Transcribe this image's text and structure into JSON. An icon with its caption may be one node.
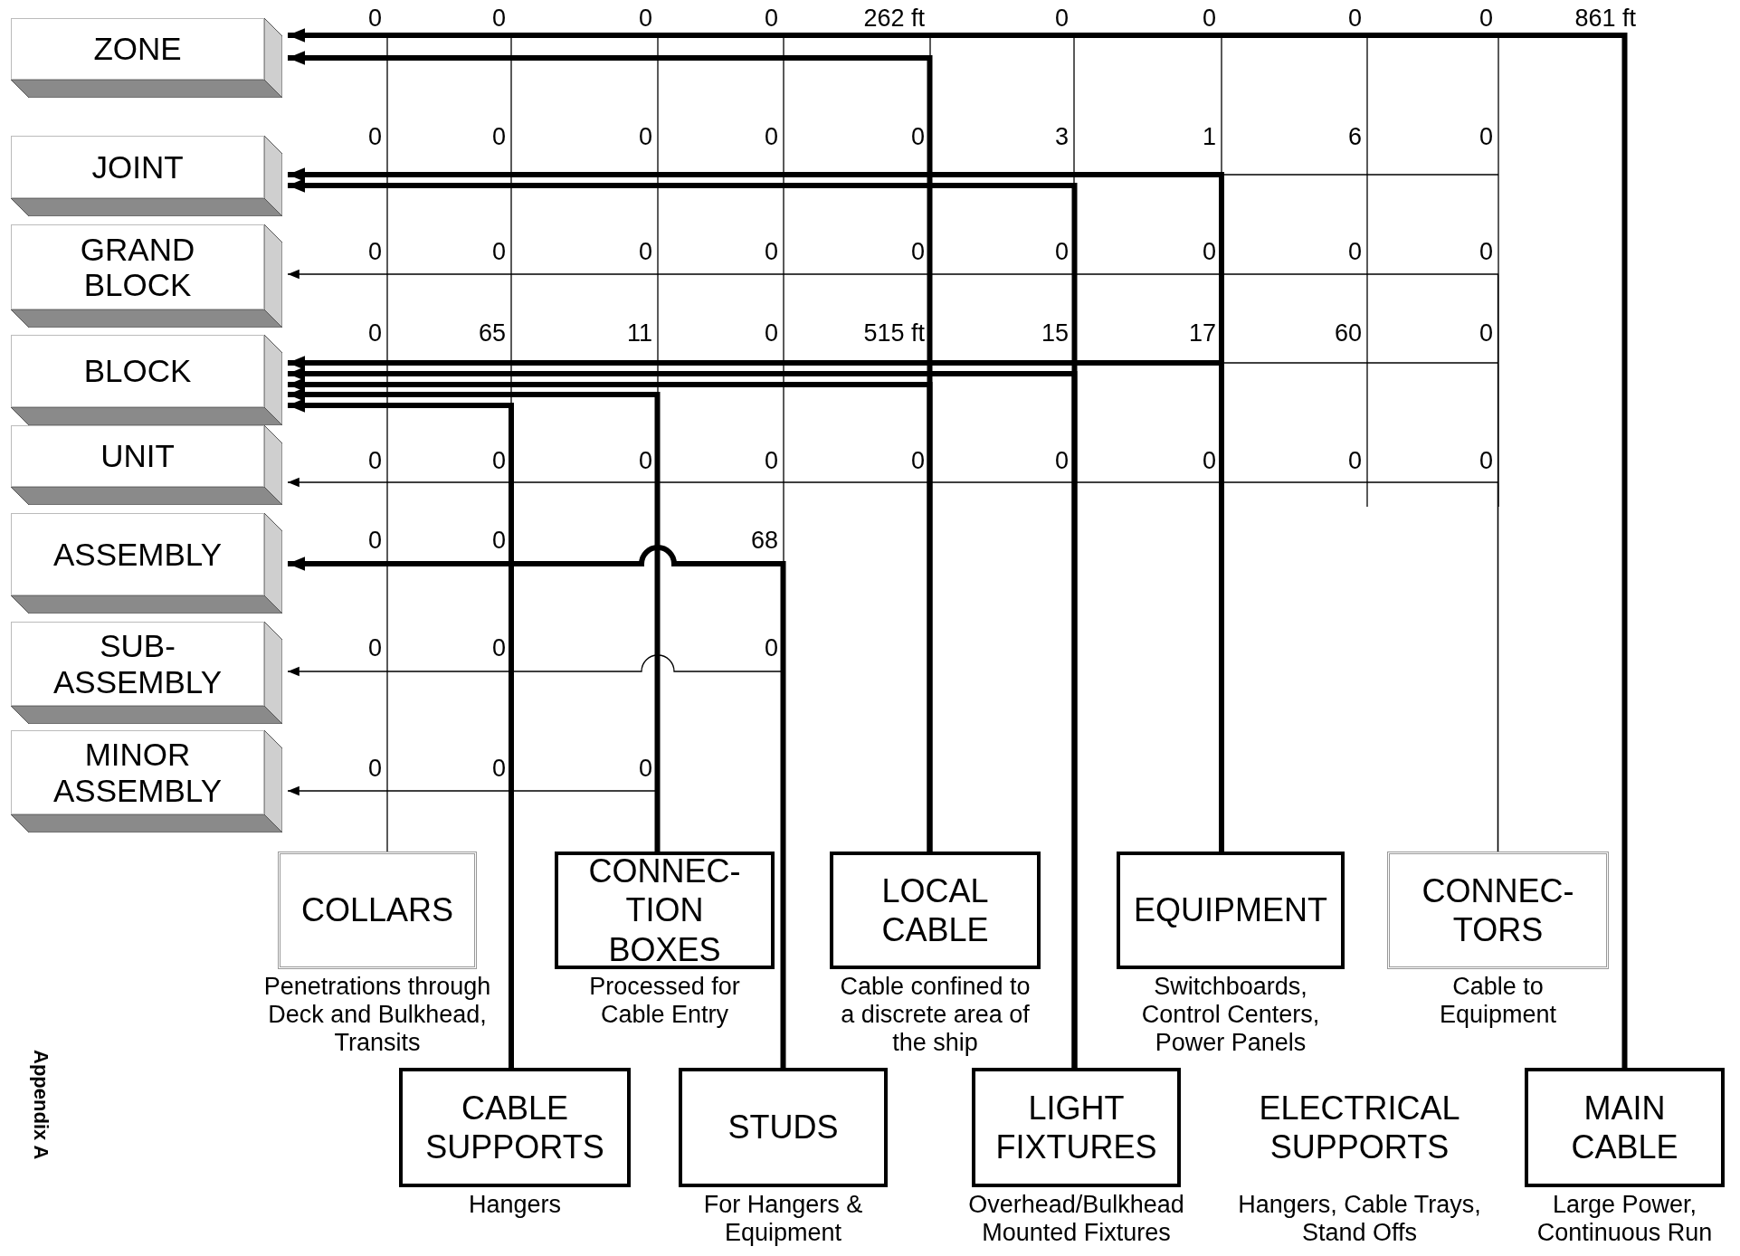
{
  "diagram": {
    "nodes": [
      {
        "text": [
          "ZONE"
        ]
      },
      {
        "text": [
          "JOINT"
        ]
      },
      {
        "text": [
          "GRAND BLOCK"
        ]
      },
      {
        "text": [
          "BLOCK"
        ]
      },
      {
        "text": [
          "UNIT"
        ]
      },
      {
        "text": [
          "ASSEMBLY"
        ]
      },
      {
        "text": [
          "SUB- ASSEMBLY"
        ]
      },
      {
        "text": [
          "MINOR ASSEMBLY"
        ]
      },
      {
        "text": [
          "COLLARS"
        ],
        "beside": [
          "Penetrations through Deck and Bulkhead, Transits"
        ]
      },
      {
        "text": [
          "CONNEC- TION BOXES"
        ],
        "beside": [
          "Processed for Cable Entry"
        ]
      },
      {
        "text": [
          "LOCAL CABLE"
        ],
        "beside": [
          "Cable confined to a discrete area of the ship"
        ]
      },
      {
        "text": [
          "EQUIPMENT"
        ],
        "beside": [
          "Switchboards, Control Centers, Power Panels"
        ]
      },
      {
        "text": [
          "CONNEC- TORS"
        ],
        "beside": [
          "Cable to Equipment"
        ]
      },
      {
        "text": [
          "CABLE SUPPORTS"
        ],
        "beside": [
          "Hangers"
        ]
      },
      {
        "text": [
          "STUDS"
        ],
        "beside": [
          "For Hangers & Equipment"
        ]
      },
      {
        "text": [
          "LIGHT FIXTURES"
        ],
        "beside": [
          "Overhead/Bulkhead Mounted Fixtures"
        ]
      },
      {
        "text": [
          "ELECTRICAL SUPPORTS"
        ],
        "beside": [
          "Hangers, Cable Trays, Stand Offs"
        ]
      },
      {
        "text": [
          "MAIN CABLE"
        ],
        "beside": [
          "Large Power, Continuous Run"
        ]
      }
    ],
    "edges": [
      {
        "from": 17,
        "to": 0,
        "arrow": "to"
      },
      {
        "from": 10,
        "to": 0,
        "arrow": "to"
      },
      {
        "from": 15,
        "to": 1,
        "arrow": "to"
      },
      {
        "from": 11,
        "to": 1,
        "arrow": "to"
      },
      {
        "from": 11,
        "to": 3,
        "arrow": "to"
      },
      {
        "from": 15,
        "to": 3,
        "arrow": "to"
      },
      {
        "from": 10,
        "to": 3,
        "arrow": "to"
      },
      {
        "from": 9,
        "to": 3,
        "arrow": "to"
      },
      {
        "from": 13,
        "to": 3,
        "arrow": "to"
      },
      {
        "from": 14,
        "to": 5,
        "arrow": "to"
      },
      {
        "from": 14,
        "to": 6,
        "arrow": "to"
      },
      {
        "from": 9,
        "to": 7,
        "arrow": "to"
      },
      {
        "from": 12,
        "to": 2,
        "arrow": "to"
      },
      {
        "from": 12,
        "to": 4,
        "arrow": "to"
      },
      {
        "from": 8,
        "to": 0,
        "arrow": "none"
      }
    ],
    "labels": [
      "0",
      "0",
      "0",
      "0",
      "262 ft",
      "0",
      "0",
      "0",
      "0",
      "861 ft",
      "0",
      "0",
      "0",
      "0",
      "0",
      "3",
      "1",
      "6",
      "0",
      "0",
      "0",
      "0",
      "0",
      "0",
      "0",
      "0",
      "0",
      "0",
      "0",
      "65",
      "11",
      "0",
      "515 ft",
      "15",
      "17",
      "60",
      "0",
      "0",
      "0",
      "0",
      "0",
      "0",
      "0",
      "0",
      "0",
      "0",
      "0",
      "0",
      "68",
      "0",
      "0",
      "0",
      "0",
      "0",
      "0",
      "Appendix A"
    ]
  }
}
